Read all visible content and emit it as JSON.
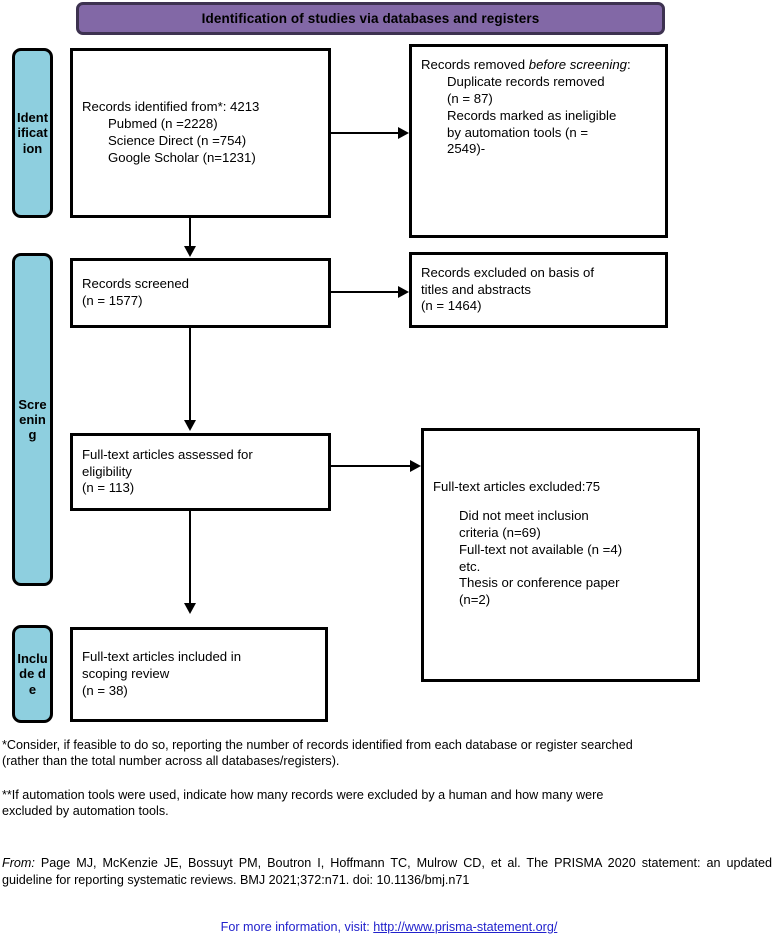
{
  "banner": {
    "title": "Identification of studies via databases and registers",
    "fill_color": "#8268a6",
    "border_color": "#3d3250"
  },
  "stages": [
    {
      "key": "identification",
      "label": "Identification",
      "fill_color": "#8ecfdf"
    },
    {
      "key": "screening",
      "label": "Screening",
      "fill_color": "#8ecfdf"
    },
    {
      "key": "included",
      "label": "Include de",
      "fill_color": "#8ecfdf"
    }
  ],
  "boxes": {
    "identified": {
      "heading": "Records identified from*: 4213",
      "items": "Pubmed (n =2228)\nScience Direct (n =754)\nGoogle Scholar (n=1231)"
    },
    "removed": {
      "heading_prefix": "Records removed ",
      "heading_italic": "before screening",
      "heading_suffix": ":",
      "items": "Duplicate records removed\n(n = 87)\nRecords marked as ineligible\nby automation tools (n =\n2549)-"
    },
    "screened": {
      "text": "Records screened\n(n = 1577)"
    },
    "excluded_titles": {
      "text": "Records excluded on basis of\ntitles and abstracts\n(n = 1464)"
    },
    "fulltext_assessed": {
      "text": "Full-text articles assessed for\neligibility\n(n = 113)"
    },
    "excluded_fulltext": {
      "heading": "Full-text articles excluded:75",
      "items": "Did not meet inclusion\ncriteria (n=69)\nFull-text not available (n =4)\netc.\nThesis or conference paper\n(n=2)"
    },
    "included": {
      "text": "Full-text articles included in\nscoping review\n(n = 38)"
    }
  },
  "notes": {
    "note1": "*Consider, if feasible to do so, reporting the number of records identified from each database or register searched\n(rather than the total number across all databases/registers).",
    "note2": "**If automation tools were used, indicate how many records were excluded by a human and how many were\nexcluded by automation tools."
  },
  "citation": {
    "from_label": "From:",
    "text": "  Page MJ, McKenzie JE, Bossuyt PM, Boutron I, Hoffmann TC, Mulrow CD, et al. The PRISMA 2020 statement: an updated guideline for reporting systematic reviews. BMJ 2021;372:n71. doi: 10.1136/bmj.n71"
  },
  "more_info": {
    "prefix": "For more information, visit: ",
    "link_text": "http://www.prisma-statement.org/",
    "link_color": "#2222cc"
  }
}
